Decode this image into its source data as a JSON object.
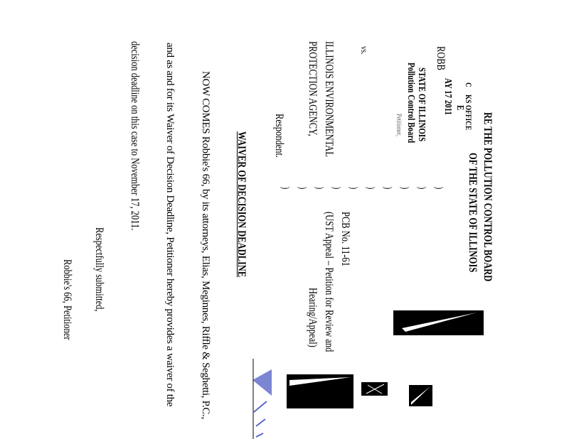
{
  "header": {
    "title_line1": "RE THE POLLUTION CONTROL BOARD",
    "title_line2": "OF THE STATE OF ILLINOIS"
  },
  "stamp": {
    "c": "C",
    "office": "KS OFFICE",
    "e": "E",
    "date": "AY 17 2011",
    "state": "STATE OF ILLINOIS",
    "board": "Pollution Control Board",
    "petitioner": "Petitioner,"
  },
  "caption": {
    "petitioner": "ROBB",
    "vs": "vs.",
    "respondent_line1": "ILLINOIS ENVIRONMENTAL",
    "respondent_line2": "PROTECTION AGENCY,",
    "respondent_label": "Respondent.",
    "paren": ")",
    "case_no": "PCB No. 11-61",
    "case_type_line1": "(UST Appeal – Petition for Review and",
    "case_type_line2": "Hearing/Appeal)"
  },
  "body": {
    "heading": "WAIVER OF DECISION DEADLINE",
    "line1": "NOW COMES Robbie's 66, by its attorneys, Elias, Meginnes, Riffle & Seghetti, P.C.,",
    "line2": "and as and for its Waiver of Decision Deadline, Petitioner hereby provides a waiver of the",
    "line3": "decision deadline on this case to November 17, 2011.",
    "closing": "Respectfully submitted,",
    "signatory": "Robbie's 66, Petitioner"
  },
  "colors": {
    "ink": "#000000",
    "signature_blue": "#5a66c8"
  }
}
